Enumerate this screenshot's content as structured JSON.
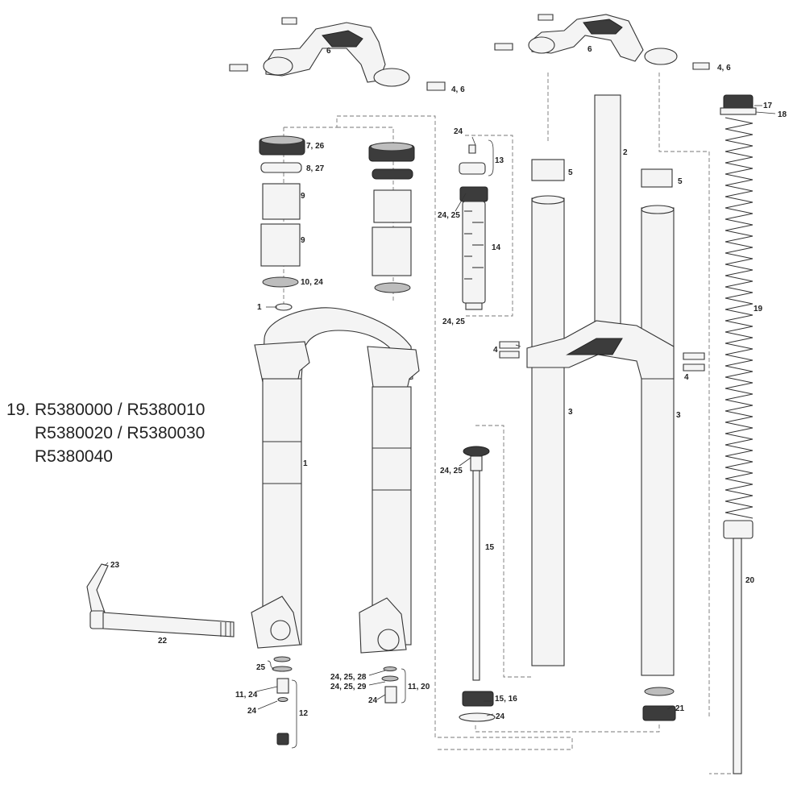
{
  "reference_note": {
    "line1": "19. R5380000 / R5380010",
    "line2": "      R5380020 / R5380030",
    "line3": "      R5380040"
  },
  "callouts": [
    {
      "id": "c-6a",
      "text": "6"
    },
    {
      "id": "c-46a",
      "text": "4, 6"
    },
    {
      "id": "c-6b",
      "text": "6"
    },
    {
      "id": "c-46b",
      "text": "4, 6"
    },
    {
      "id": "c-726",
      "text": "7, 26"
    },
    {
      "id": "c-827",
      "text": "8, 27"
    },
    {
      "id": "c-9a",
      "text": "9"
    },
    {
      "id": "c-9b",
      "text": "9"
    },
    {
      "id": "c-1024",
      "text": "10, 24"
    },
    {
      "id": "c-1a",
      "text": "1"
    },
    {
      "id": "c-1b",
      "text": "1"
    },
    {
      "id": "c-24top",
      "text": "24"
    },
    {
      "id": "c-13",
      "text": "13"
    },
    {
      "id": "c-2425a",
      "text": "24, 25"
    },
    {
      "id": "c-14",
      "text": "14"
    },
    {
      "id": "c-2425b",
      "text": "24, 25"
    },
    {
      "id": "c-2",
      "text": "2"
    },
    {
      "id": "c-5a",
      "text": "5"
    },
    {
      "id": "c-5b",
      "text": "5"
    },
    {
      "id": "c-4a",
      "text": "4"
    },
    {
      "id": "c-4b",
      "text": "4"
    },
    {
      "id": "c-3a",
      "text": "3"
    },
    {
      "id": "c-3b",
      "text": "3"
    },
    {
      "id": "c-17",
      "text": "17"
    },
    {
      "id": "c-18",
      "text": "18"
    },
    {
      "id": "c-19",
      "text": "19"
    },
    {
      "id": "c-20",
      "text": "20"
    },
    {
      "id": "c-2425c",
      "text": "24, 25"
    },
    {
      "id": "c-15",
      "text": "15"
    },
    {
      "id": "c-1516",
      "text": "15, 16"
    },
    {
      "id": "c-24c",
      "text": "24"
    },
    {
      "id": "c-21",
      "text": "21"
    },
    {
      "id": "c-23",
      "text": "23"
    },
    {
      "id": "c-22",
      "text": "22"
    },
    {
      "id": "c-25",
      "text": "25"
    },
    {
      "id": "c-1124",
      "text": "11, 24"
    },
    {
      "id": "c-24d",
      "text": "24"
    },
    {
      "id": "c-12",
      "text": "12"
    },
    {
      "id": "c-242528",
      "text": "24, 25, 28"
    },
    {
      "id": "c-242529",
      "text": "24, 25, 29"
    },
    {
      "id": "c-1120",
      "text": "11, 20"
    },
    {
      "id": "c-24e",
      "text": "24"
    }
  ]
}
